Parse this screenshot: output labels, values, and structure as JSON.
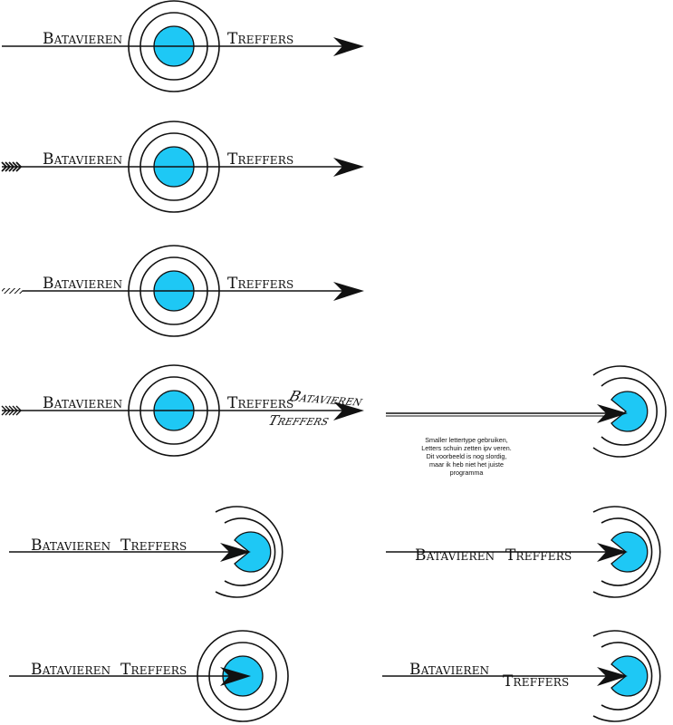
{
  "logo": {
    "word1": "Batavieren",
    "word2": "Treffers"
  },
  "note_lines": [
    "Smaller lettertype gebruiken,",
    "Letters schuin zetten ipv veren.",
    "Dit voorbeeld is nog slordig,",
    "maar ik heb niet het juiste",
    "programma"
  ],
  "colors": {
    "bullseye": "#1ec8f5",
    "stroke": "#111111",
    "background": "#ffffff"
  },
  "variants": [
    {
      "id": "v1",
      "fletching": "none"
    },
    {
      "id": "v2",
      "fletching": "chevron"
    },
    {
      "id": "v3",
      "fletching": "hatched"
    },
    {
      "id": "v4",
      "fletching": "chevron"
    },
    {
      "id": "v5",
      "fletching": "none",
      "style": "split-stacked-italic"
    },
    {
      "id": "v6",
      "fletching": "none",
      "style": "partial-rings"
    },
    {
      "id": "v7",
      "fletching": "none",
      "style": "partial-rings"
    },
    {
      "id": "v8",
      "fletching": "none",
      "style": "full-rings"
    },
    {
      "id": "v9",
      "fletching": "none",
      "style": "partial-rings-stepped"
    }
  ]
}
